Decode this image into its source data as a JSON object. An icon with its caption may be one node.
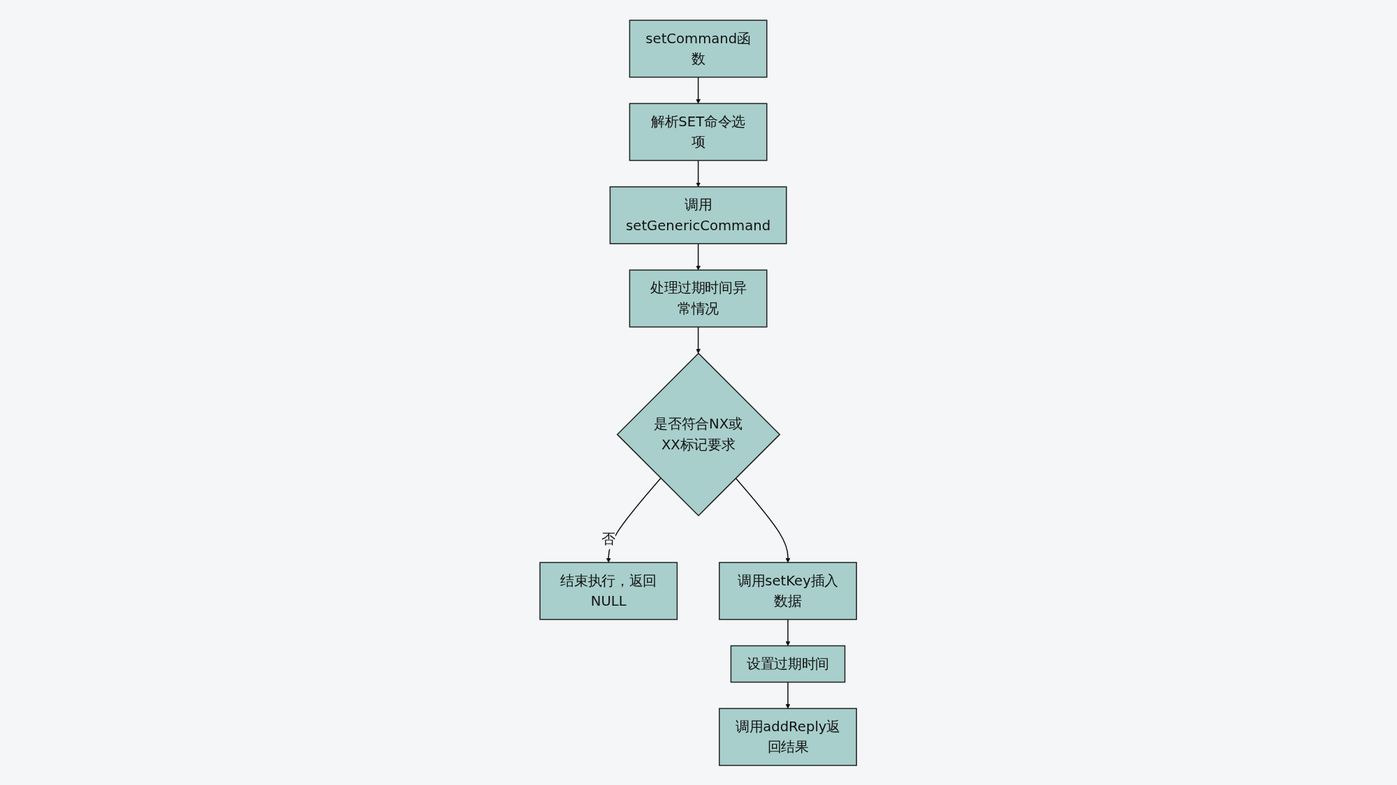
{
  "diagram": {
    "nodes": [
      {
        "text": [
          "setCommand函数"
        ]
      },
      {
        "text": [
          "解析SET命令选项"
        ]
      },
      {
        "text": [
          "调用setGenericCommand"
        ]
      },
      {
        "text": [
          "处理过期时间异常情况"
        ]
      },
      {
        "text": [
          "是否符合NX或XX标记要求"
        ]
      },
      {
        "text": [
          "结束执行，返回NULL"
        ]
      },
      {
        "text": [
          "调用setKey插入数据"
        ]
      },
      {
        "text": [
          "设置过期时间"
        ]
      },
      {
        "text": [
          "调用addReply返回结果"
        ]
      }
    ],
    "edges": [
      {
        "from": 0,
        "to": 1,
        "arrow": "to"
      },
      {
        "from": 1,
        "to": 2,
        "arrow": "to"
      },
      {
        "from": 2,
        "to": 3,
        "arrow": "to"
      },
      {
        "from": 3,
        "to": 4,
        "arrow": "to"
      },
      {
        "from": 4,
        "to": 5,
        "arrow": "to",
        "label": "否"
      },
      {
        "from": 4,
        "to": 6,
        "arrow": "to"
      },
      {
        "from": 6,
        "to": 7,
        "arrow": "to"
      },
      {
        "from": 7,
        "to": 8,
        "arrow": "to"
      }
    ]
  }
}
